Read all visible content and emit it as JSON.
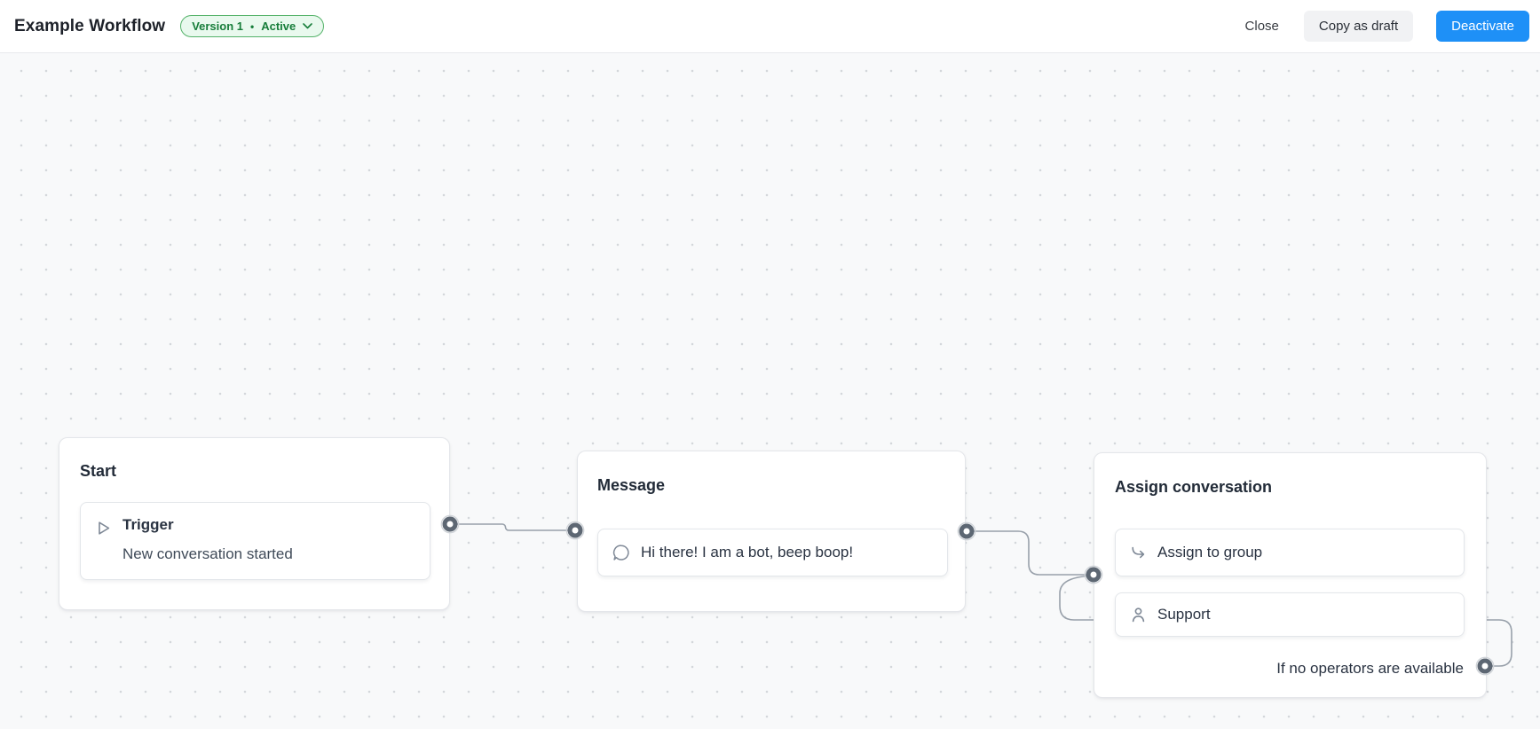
{
  "header": {
    "title": "Example Workflow",
    "version_badge": {
      "label": "Version 1",
      "separator": "•",
      "status": "Active"
    },
    "buttons": {
      "close": "Close",
      "copy_as_draft": "Copy as draft",
      "deactivate": "Deactivate"
    }
  },
  "workflow": {
    "nodes": [
      {
        "title": "Start",
        "steps": [
          {
            "icon": "play-icon",
            "label": "Trigger",
            "description": "New conversation started"
          }
        ]
      },
      {
        "title": "Message",
        "steps": [
          {
            "icon": "chat-bubble-icon",
            "label": "Hi there! I am a bot, beep boop!"
          }
        ]
      },
      {
        "title": "Assign conversation",
        "steps": [
          {
            "icon": "arrow-hook-right-icon",
            "label": "Assign to group"
          },
          {
            "icon": "person-icon",
            "label": "Support"
          }
        ],
        "fallback_label": "If no operators are available"
      }
    ]
  },
  "colors": {
    "accent_blue": "#1e90f7",
    "badge_green_text": "#177d3a",
    "badge_green_bg": "#e9f9ee",
    "badge_green_border": "#54b269",
    "canvas_bg": "#f8f9fa",
    "edge_gray": "#98a0aa",
    "port_ring": "#5d6773",
    "node_border": "#e4e6ea",
    "title_text": "#222b38"
  }
}
